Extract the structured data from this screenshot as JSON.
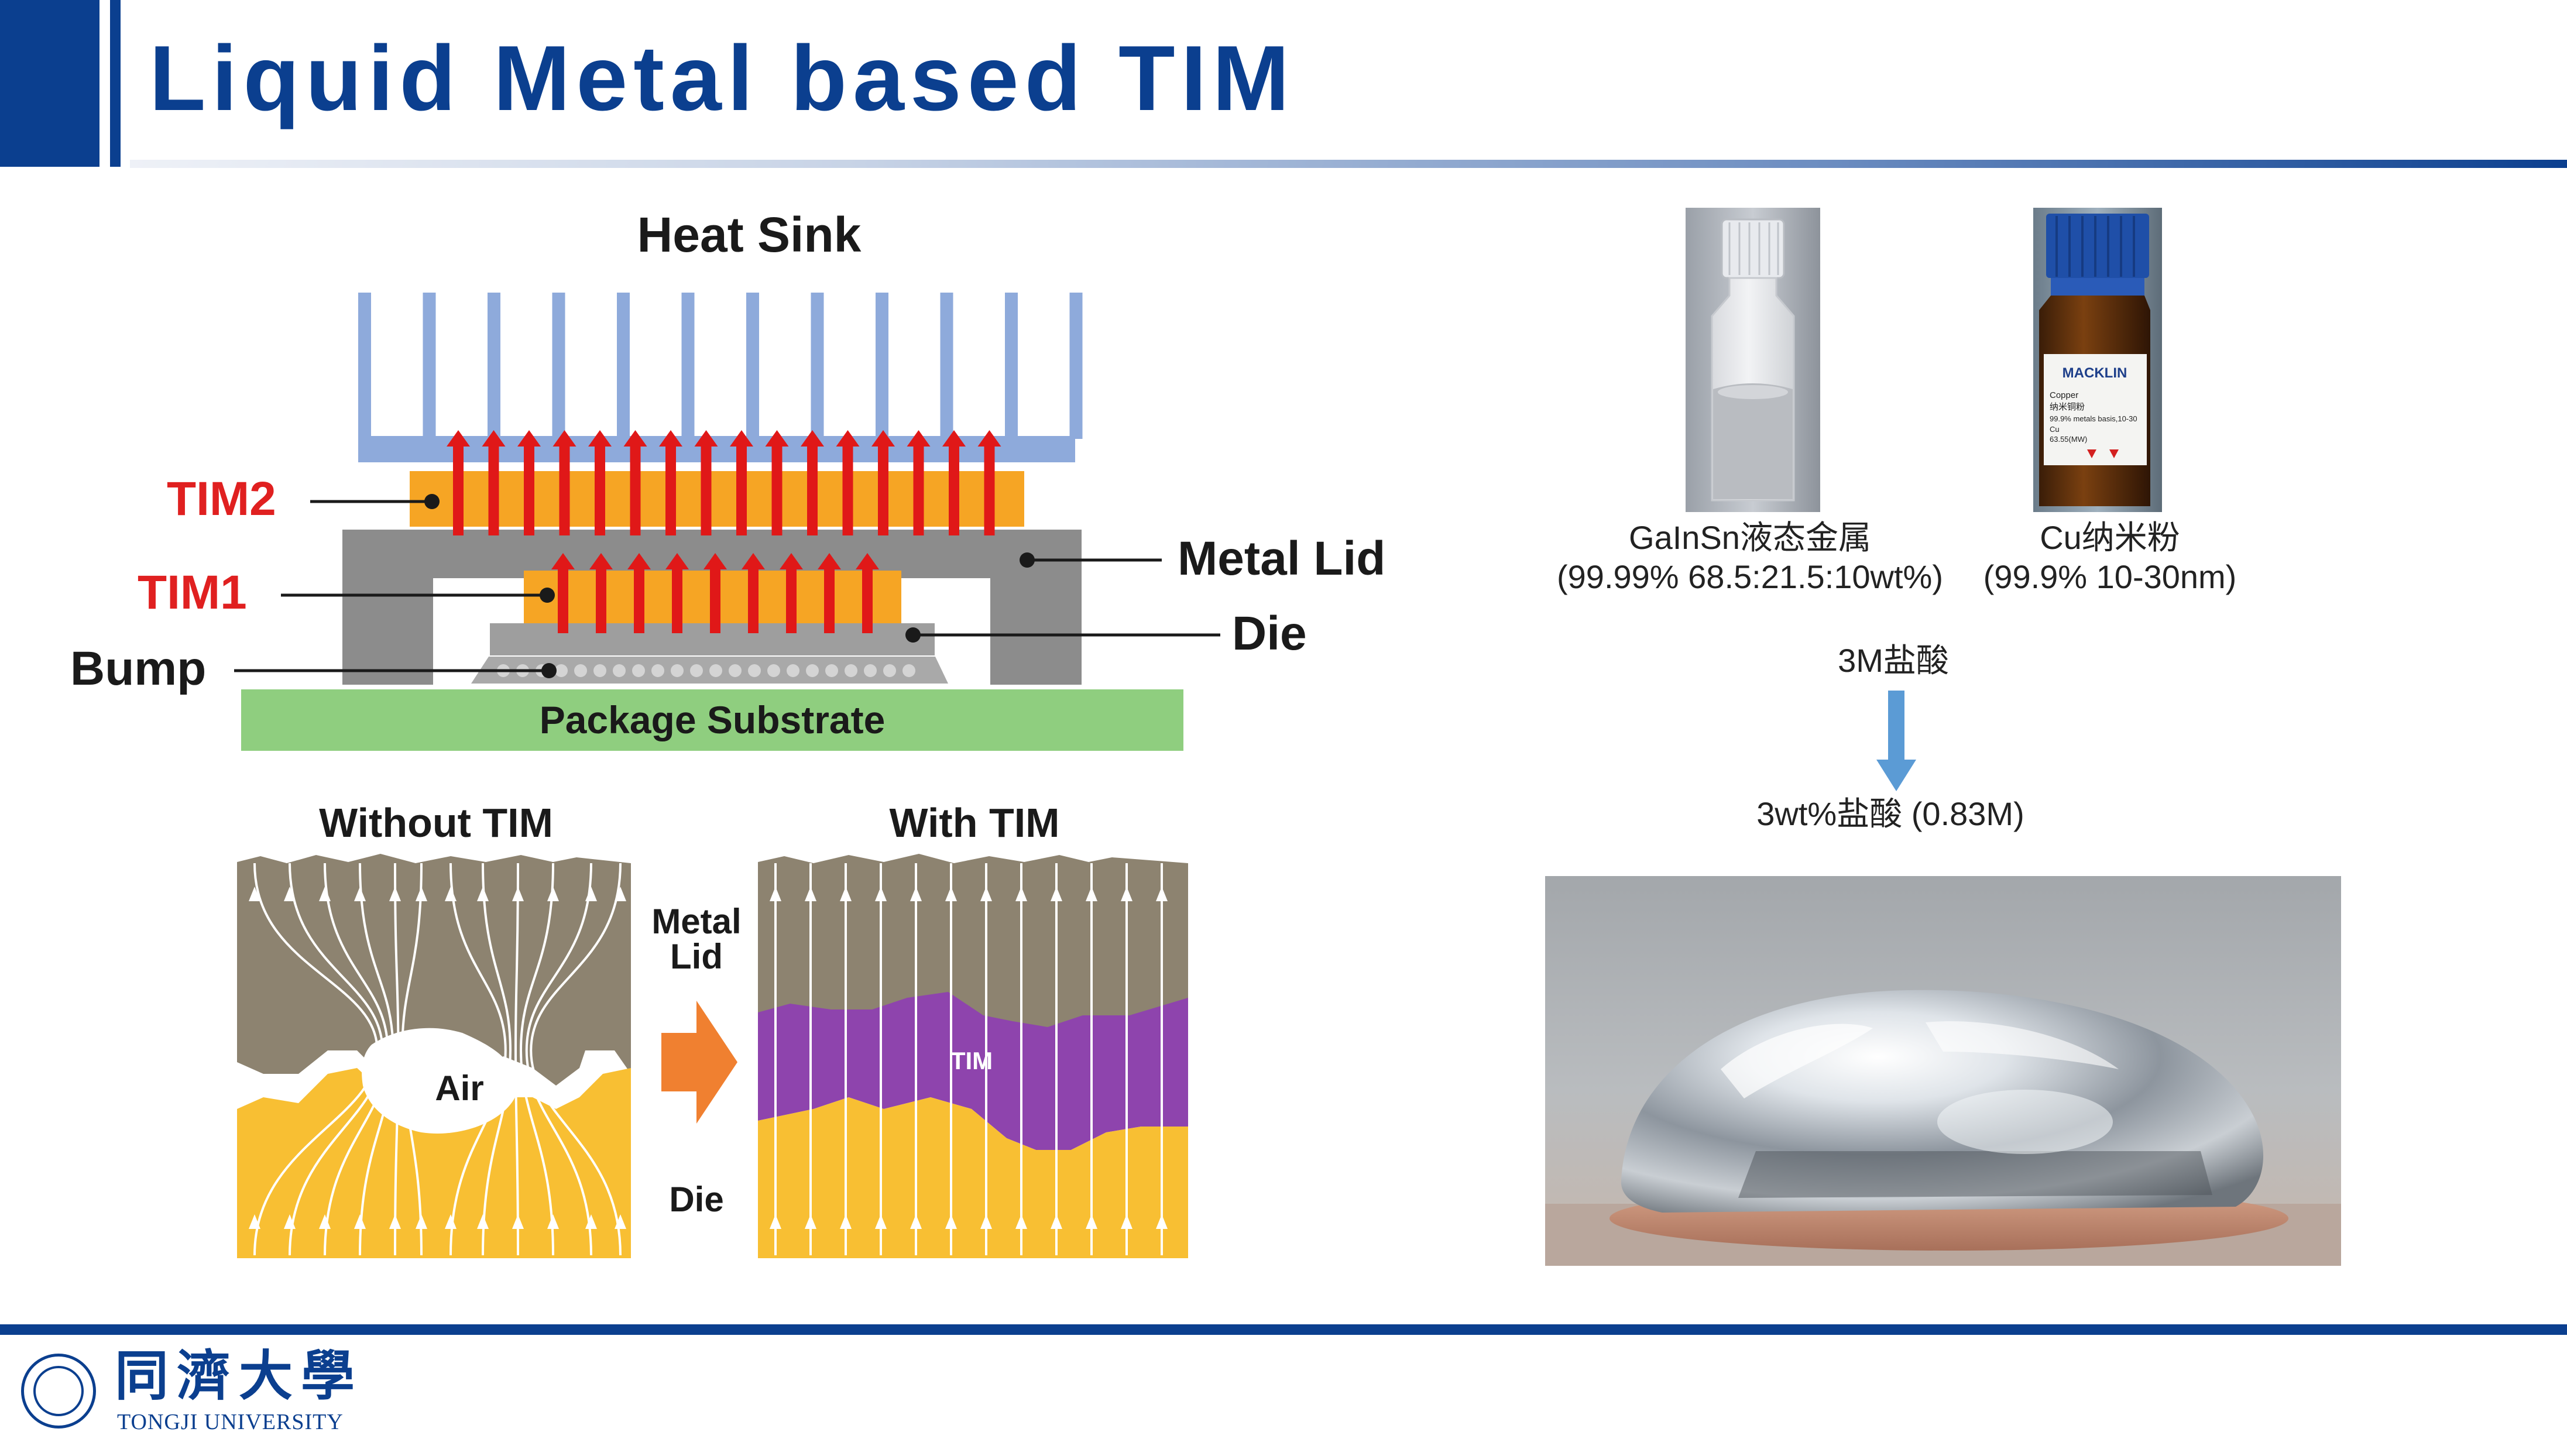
{
  "slide": {
    "title": "Liquid Metal based TIM"
  },
  "package_diagram": {
    "heat_sink": "Heat Sink",
    "tim2": "TIM2",
    "tim1": "TIM1",
    "bump": "Bump",
    "metal_lid": "Metal Lid",
    "die": "Die",
    "substrate": "Package Substrate"
  },
  "tim_diagram": {
    "without_title": "Without TIM",
    "with_title": "With TIM",
    "metal_lid": "Metal Lid",
    "die": "Die",
    "air": "Air",
    "tim": "TIM"
  },
  "materials": [
    {
      "name": "GaInSn液态金属",
      "spec": "(99.99%  68.5:21.5:10wt%)"
    },
    {
      "name": "Cu纳米粉",
      "spec": "(99.9%  10-30nm)"
    }
  ],
  "bottle_label": {
    "brand": "MACKLIN",
    "l1": "Copper",
    "l2": "纳米铜粉",
    "l3": "99.9% metals basis,10-30",
    "l4": "Cu",
    "l5": "63.55(MW)"
  },
  "process": {
    "input": "3M盐酸",
    "output": "3wt%盐酸  (0.83M)"
  },
  "footer": {
    "logo_cn": "同濟大學",
    "logo_en": "TONGJI UNIVERSITY"
  },
  "colors": {
    "brand_blue": "#0b3f8f",
    "heat_sink_blue": "#8eaadb",
    "metal_lid_gray": "#8c8c8c",
    "substrate_green": "#8fce7f",
    "tim_orange": "#f6a524",
    "arrow_red": "#e01818",
    "tim_purple": "#8e44ad",
    "die_yellow": "#f8bf33",
    "lid_brown": "#8d8370"
  }
}
